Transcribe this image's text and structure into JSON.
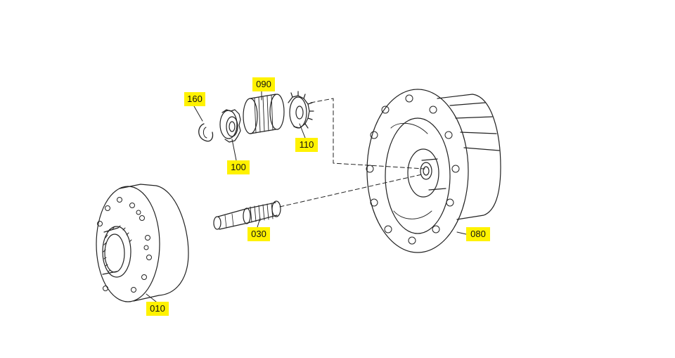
{
  "callouts": {
    "p160": "160",
    "p090": "090",
    "p110": "110",
    "p100": "100",
    "p030": "030",
    "p080": "080",
    "p010": "010"
  },
  "colors": {
    "highlight": "#fff200",
    "line": "#222222",
    "background": "#ffffff"
  }
}
